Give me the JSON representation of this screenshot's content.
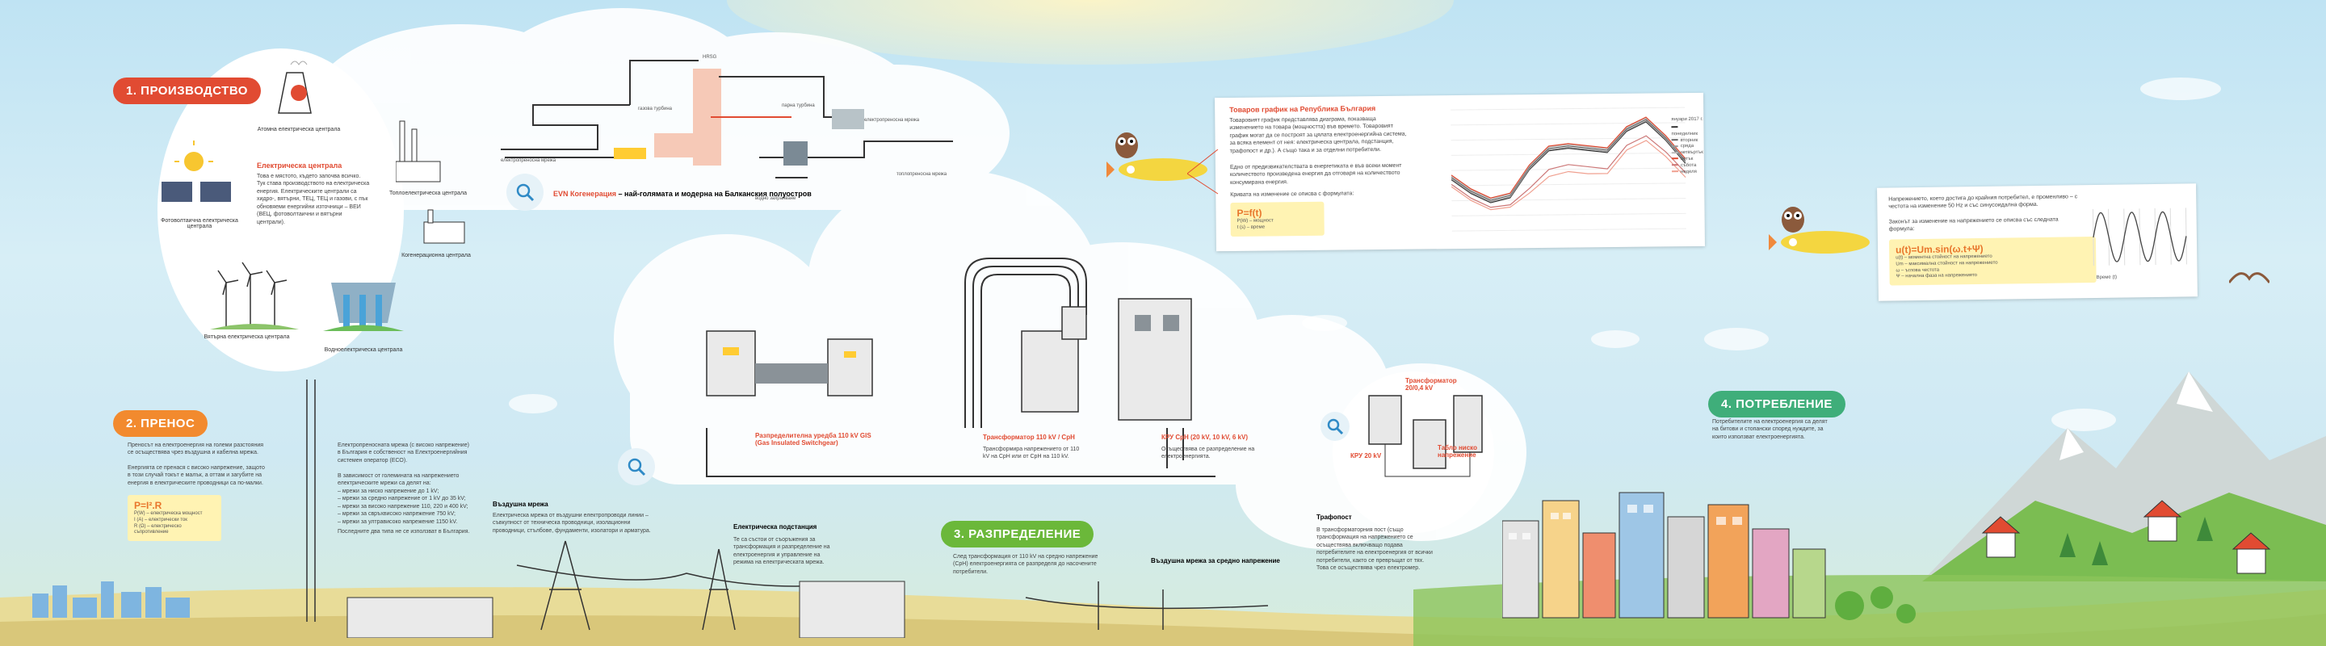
{
  "colors": {
    "production": "#e14b32",
    "transmission": "#f28a2e",
    "distribution": "#6bb83a",
    "consumption": "#3fae7a",
    "accent_red": "#e14b32"
  },
  "sections": {
    "production": {
      "label": "1. ПРОИЗВОДСТВО",
      "nuclear": "Атомна електрическа централа",
      "electric_plant_title": "Електрическа централа",
      "electric_plant_text": "Това е мястото, където започва всичко. Тук става производството на електрическа енергия. Електрическите централи са хидро-, вятърни, ТЕЦ, ТЕЦ и газови, с пък обновяеми енергийни източници – ВЕИ (ВЕЦ, фотоволтаични и вятърни централи).",
      "thermal": "Топлоелектрическа централа",
      "cogen": "Когенерационна централа",
      "solar": "Фотоволтаична електрическа централа",
      "wind": "Вятърна електрическа централа",
      "hydro": "Водноелектрическа централа"
    },
    "cogeneration": {
      "hrsg": "HRSG",
      "gas_turbine": "газова турбина",
      "steam_turbine": "парна турбина",
      "grid": "електропреносна мрежа",
      "grid2": "електропреносна мрежа",
      "heat_grid": "топлопреносна мрежа",
      "water": "водно захранване",
      "title": "EVN Когенерация",
      "subtitle": "– най-голямата и модерна на Балканския полуостров"
    },
    "load_chart": {
      "title": "Товаров график на Република България",
      "text1": "Товаровият график представлява диаграма, показваща изменението на товара (мощността) във времето. Товаровият график могат да се построят за цялата електроенергийна система, за всяка елемент от нея: електрическа централа, подстанция, трафопост и др.). А също така и за отделни потребители.",
      "text2": "Едно от предизвикателствата в енергетиката е във всеки момент количеството произведена енергия да отговаря на количеството консумирана енергия.",
      "text3": "Кривата на изменение се описва с формулата:",
      "formula": "P=f(t)",
      "f_note1": "P(W) – мощност",
      "f_note2": "t (s) – време",
      "legend_title": "януари 2017 г.",
      "legend": [
        "понеделник",
        "вторник",
        "сряда",
        "четвъртък",
        "петък",
        "събота",
        "неделя"
      ]
    },
    "voltage_chart": {
      "text1": "Напрежението, което достига до крайния потребител, е променливо – с честота на изменение 50 Hz и със синусоидална форма.",
      "text2": "Законът за изменение на напрежението се описва със следната формула:",
      "formula": "u(t)=Um.sin(ω.t+Ψ)",
      "notes": [
        "u(t) – моментна стойност на напрежението",
        "Um – максимална стойност на напрежението",
        "ω – ъглова честота",
        "Ψ – начална фаза на напрежението"
      ],
      "axis": "Време (t)"
    },
    "transmission": {
      "label": "2. ПРЕНОС",
      "text1": "Преносът на електроенергия на големи разстояния се осъществява чрез въздушна и кабелна мрежа.",
      "text2": "Енергията се пренася с високо напрежение, защото в този случай токът е малък, а оттам и загубите на енергия в електрическите проводници са по-малки.",
      "formula": "P=I².R",
      "f_note1": "P(W) – електрическа мощност",
      "f_note2": "I (A) – електрически ток",
      "f_note3": "R (Ω) – електрическо съпротивление",
      "net_text": "Електропреносната мрежа (с високо напрежение) в България е собственост на Електроенергийния системен оператор (ЕСО).",
      "levels_title": "В зависимост от големината на напрежението електрическите мрежи са делят на:",
      "levels": [
        "– мрежи за ниско напрежение до 1 kV;",
        "– мрежи за средно напрежение от 1 kV до 35 kV;",
        "– мрежи за високо напрежение 110, 220 и 400 kV;",
        "– мрежи за свръхвисоко напрежение 750 kV;",
        "– мрежи за ултрависоко напрежение 1150 kV."
      ],
      "last": "Последните два типа не се използват в България.",
      "overhead_title": "Въздушна мрежа",
      "overhead_text": "Електрическа мрежа от въздушни електропроводи линии – съвкупност от техническа проводници, изолационни проводници, стълбове, фундаменти, изолатори и арматура.",
      "substation_title": "Електрическа подстанция",
      "substation_text": "Те са състои от съоръжения за трансформация и разпределение на електроенергия и управление на режима на електрическата мрежа."
    },
    "substation": {
      "gis_title": "Разпределителна уредба 110 kV GIS (Gas Insulated Switchgear)",
      "tr_title": "Трансформатор 110 kV / СрН",
      "tr_text": "Трансформира напрежението от 110 kV на СрН или от СрН на 110 kV.",
      "krv_title": "КРУ СрН (20 kV, 10 kV, 6 kV)",
      "krv_text": "Осъществява се разпределение на електроенергията."
    },
    "distribution": {
      "label": "3. РАЗПРЕДЕЛЕНИЕ",
      "text": "След трансформация от 110 kV на средно напрежение (СрН) електроенергията се разпределя до насочените потребители.",
      "overhead_mv": "Въздушна мрежа за средно напрежение",
      "tp_title": "Трафопост",
      "tp_text": "В трансформаторния пост (също трансформация на напрежението се осъществява включващо подава потребителите на електроенергия от всички потребители, както се превръщат от тях. Това се осъществява чрез електромер.",
      "tr_label": "Трансформатор 20/0,4 kV",
      "kru": "КРУ 20 kV",
      "board": "Табло ниско напрежение"
    },
    "consumption": {
      "label": "4. ПОТРЕБЛЕНИЕ",
      "text": "Потребителите на електроенергия са делят на битови и стопански според нуждите, за които използват електроенергията."
    }
  },
  "chart_data": [
    {
      "type": "line",
      "title": "Товаров график на Република България",
      "x": [
        0,
        2,
        4,
        6,
        8,
        10,
        12,
        14,
        16,
        18,
        20,
        22,
        24
      ],
      "series": [
        {
          "name": "понеделник",
          "values": [
            4100,
            3800,
            3600,
            3700,
            4300,
            4700,
            4750,
            4700,
            4650,
            5100,
            5300,
            4900,
            4400
          ]
        },
        {
          "name": "вторник",
          "values": [
            4150,
            3850,
            3650,
            3750,
            4350,
            4750,
            4800,
            4750,
            4700,
            5150,
            5350,
            4950,
            4450
          ]
        },
        {
          "name": "сряда",
          "values": [
            4120,
            3820,
            3620,
            3720,
            4320,
            4720,
            4770,
            4720,
            4670,
            5120,
            5320,
            4920,
            4420
          ]
        },
        {
          "name": "четвъртък",
          "values": [
            4180,
            3880,
            3680,
            3780,
            4380,
            4780,
            4830,
            4780,
            4730,
            5180,
            5380,
            4980,
            4480
          ]
        },
        {
          "name": "петък",
          "values": [
            4200,
            3900,
            3700,
            3800,
            4400,
            4800,
            4850,
            4800,
            4750,
            5200,
            5400,
            5000,
            4500
          ]
        },
        {
          "name": "събота",
          "values": [
            4000,
            3700,
            3500,
            3550,
            3900,
            4300,
            4400,
            4350,
            4300,
            4800,
            5000,
            4650,
            4200
          ]
        },
        {
          "name": "неделя",
          "values": [
            3950,
            3650,
            3450,
            3500,
            3800,
            4150,
            4250,
            4200,
            4200,
            4700,
            4900,
            4550,
            4100
          ]
        }
      ],
      "ylim": [
        3000,
        5600
      ]
    },
    {
      "type": "line",
      "xlabel": "Време (t)",
      "series": [
        {
          "values": [
            0,
            1,
            0,
            -1,
            0,
            1,
            0,
            -1,
            0,
            1,
            0,
            -1,
            0
          ]
        }
      ]
    }
  ]
}
